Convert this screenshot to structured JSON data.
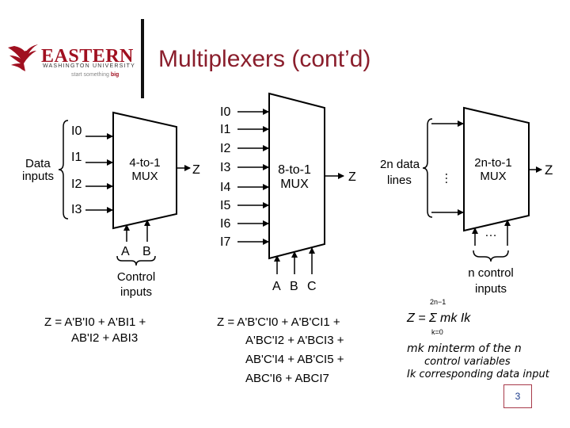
{
  "header": {
    "logo_word": "EASTERN",
    "logo_sub": "WASHINGTON UNIVERSITY",
    "logo_tag_start": "start something",
    "logo_tag_end": "big",
    "title": "Multiplexers (cont’d)"
  },
  "mux4": {
    "inputs": [
      "I0",
      "I1",
      "I2",
      "I3"
    ],
    "data_label_1": "Data",
    "data_label_2": "inputs",
    "box_line1": "4-to-1",
    "box_line2": "MUX",
    "output": "Z",
    "selects": [
      "A",
      "B"
    ],
    "control_label_1": "Control",
    "control_label_2": "inputs",
    "eq_line1": "Z = A'B'I0 + A'BI1 +",
    "eq_line2": "AB'I2 + ABI3"
  },
  "mux8": {
    "inputs": [
      "I0",
      "I1",
      "I2",
      "I3",
      "I4",
      "I5",
      "I6",
      "I7"
    ],
    "box_line1": "8-to-1",
    "box_line2": "MUX",
    "output": "Z",
    "selects": [
      "A",
      "B",
      "C"
    ],
    "eq_lines": [
      "Z = A'B'C'I0 + A'B'CI1 +",
      "A'BC'I2 + A'BCI3 +",
      "AB'C'I4 + AB'CI5 +",
      "ABC'I6 + ABCI7"
    ]
  },
  "muxn": {
    "data_label_1": "2n data",
    "data_label_2": "lines",
    "box_line1": "2n-to-1",
    "box_line2": "MUX",
    "output": "Z",
    "control_label_1": "n control",
    "control_label_2": "inputs",
    "formula": "Z = Σ mk Ik",
    "formula_upper": "2n−1",
    "formula_lower": "k=0"
  },
  "notes": {
    "line1": "mk  minterm of the n",
    "line2": "control variables",
    "line3": "Ik  corresponding data input"
  },
  "page_number": "3"
}
